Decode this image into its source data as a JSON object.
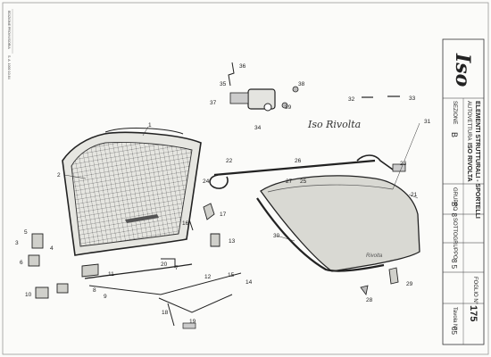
{
  "title_block": {
    "logo": "Iso",
    "fields": [
      {
        "label": "AUTOVETTURA",
        "value": "ISO RIVOLTA"
      },
      {
        "label": "ELEMENTI STRUTTURALI - SPORTELLI",
        "value": ""
      },
      {
        "label": "SEZIONE",
        "value": "B"
      },
      {
        "label": "GRUPPO",
        "value": "B - 8"
      },
      {
        "label": "SOTTOGRUPPO",
        "value": "8 5"
      },
      {
        "label": "Tavola N°",
        "value": "85"
      },
      {
        "label": "FOGLIO N°",
        "value": "175"
      }
    ]
  },
  "left_margin": {
    "vertical_text_1": "EDIZIONE PROVVISORIA",
    "vertical_text_2": "S. A. 1000 10-64"
  },
  "callouts": [
    "1",
    "2",
    "3",
    "4",
    "5",
    "6",
    "7",
    "8",
    "9",
    "10",
    "11",
    "12",
    "13",
    "14",
    "15",
    "16",
    "17",
    "18",
    "19",
    "20",
    "21",
    "22",
    "23",
    "24",
    "25",
    "26",
    "27",
    "28",
    "29",
    "30",
    "31",
    "32",
    "33",
    "34",
    "35",
    "36",
    "37",
    "38",
    "39"
  ],
  "extra_labels": {
    "badge_script": "Iso Rivolta",
    "bonnet_script": "Rivolta"
  }
}
